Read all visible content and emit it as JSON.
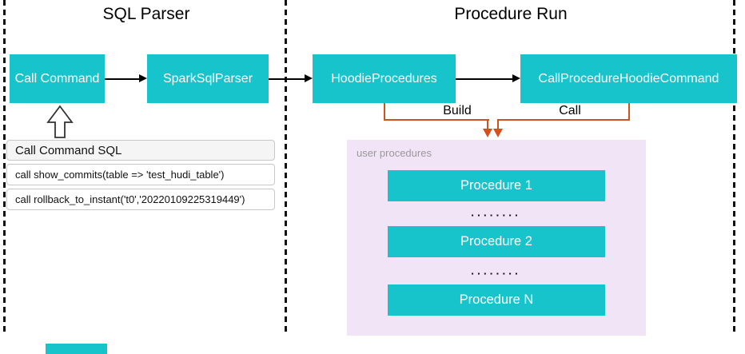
{
  "sections": {
    "sql_parser_title": "SQL Parser",
    "procedure_run_title": "Procedure Run"
  },
  "nodes": {
    "call_command": "Call Command",
    "spark_sql_parser": "SparkSqlParser",
    "hoodie_procedures": "HoodieProcedures",
    "call_procedure_hoodie_command": "CallProcedureHoodieCommand"
  },
  "edges": {
    "build_label": "Build",
    "call_label": "Call"
  },
  "sql_box": {
    "header": "Call Command SQL",
    "row1": "call show_commits(table => 'test_hudi_table')",
    "row2": "call rollback_to_instant('t0','20220109225319449')"
  },
  "user_procedures": {
    "label": "user procedures",
    "item1": "Procedure 1",
    "item2": "Procedure 2",
    "item3": "Procedure N",
    "dots": "▪▪▪▪▪▪▪▪"
  },
  "colors": {
    "node_teal": "#17C4CC",
    "connector_orange": "#D2521E",
    "panel_purple": "#F1E4F6",
    "muted_gray": "#999999"
  }
}
